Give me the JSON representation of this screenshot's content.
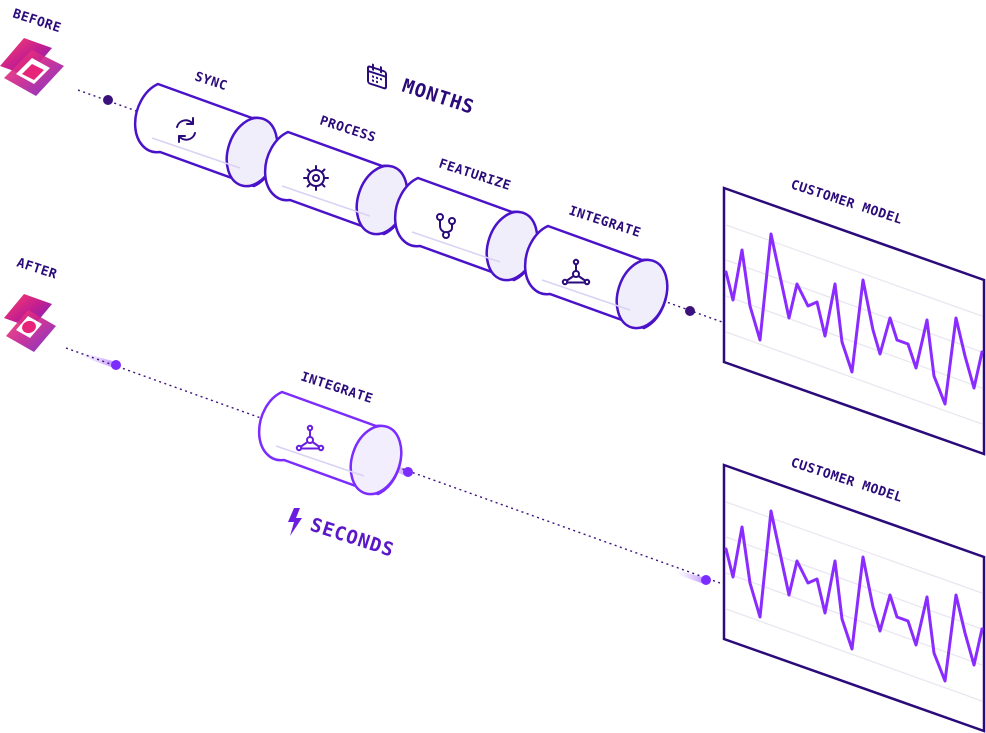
{
  "labels": {
    "before": "BEFORE",
    "after": "AFTER",
    "months": "MONTHS",
    "seconds": "SECONDS",
    "customer_model_top": "CUSTOMER MODEL",
    "customer_model_bottom": "CUSTOMER MODEL"
  },
  "before_stages": [
    {
      "label": "SYNC",
      "icon": "sync-icon"
    },
    {
      "label": "PROCESS",
      "icon": "gear-icon"
    },
    {
      "label": "FEATURIZE",
      "icon": "branch-icon"
    },
    {
      "label": "INTEGRATE",
      "icon": "network-icon"
    }
  ],
  "after_stages": [
    {
      "label": "INTEGRATE",
      "icon": "network-icon"
    }
  ],
  "icons": {
    "before_logo": "logo-before-icon",
    "after_logo": "logo-after-icon",
    "months": "calendar-icon",
    "seconds": "lightning-bolt-icon"
  },
  "colors": {
    "primary": "#2b0b7a",
    "accent": "#8a2cff",
    "logo_pink": "#e8237a",
    "logo_purple": "#7b2cff"
  }
}
